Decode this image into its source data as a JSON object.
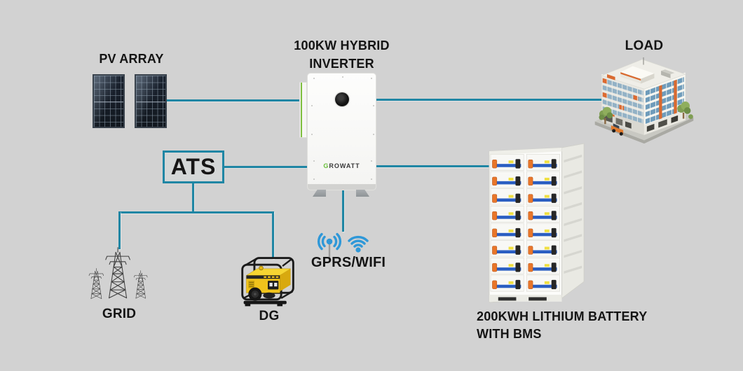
{
  "diagram": {
    "background": "#d2d2d2",
    "line_color": "#1f86a4",
    "pv": {
      "label": "PV ARRAY"
    },
    "inverter": {
      "title_line1": "100KW HYBRID",
      "title_line2": "INVERTER",
      "brand_g": "G",
      "brand_rest": "ROWATT"
    },
    "load": {
      "label": "LOAD"
    },
    "ats": {
      "label": "ATS"
    },
    "grid": {
      "label": "GRID"
    },
    "dg": {
      "label": "DG"
    },
    "gprs": {
      "label": "GPRS/WIFI"
    },
    "battery": {
      "label_line1": "200KWH LITHIUM BATTERY",
      "label_line2": "WITH BMS"
    },
    "icon_colors": {
      "wireless_blue": "#2f98d8",
      "battery_busbar_blue": "#2a5ec2",
      "connector_orange": "#e8762a",
      "generator_yellow": "#f0c31c",
      "growatt_green": "#69bf3a"
    }
  }
}
